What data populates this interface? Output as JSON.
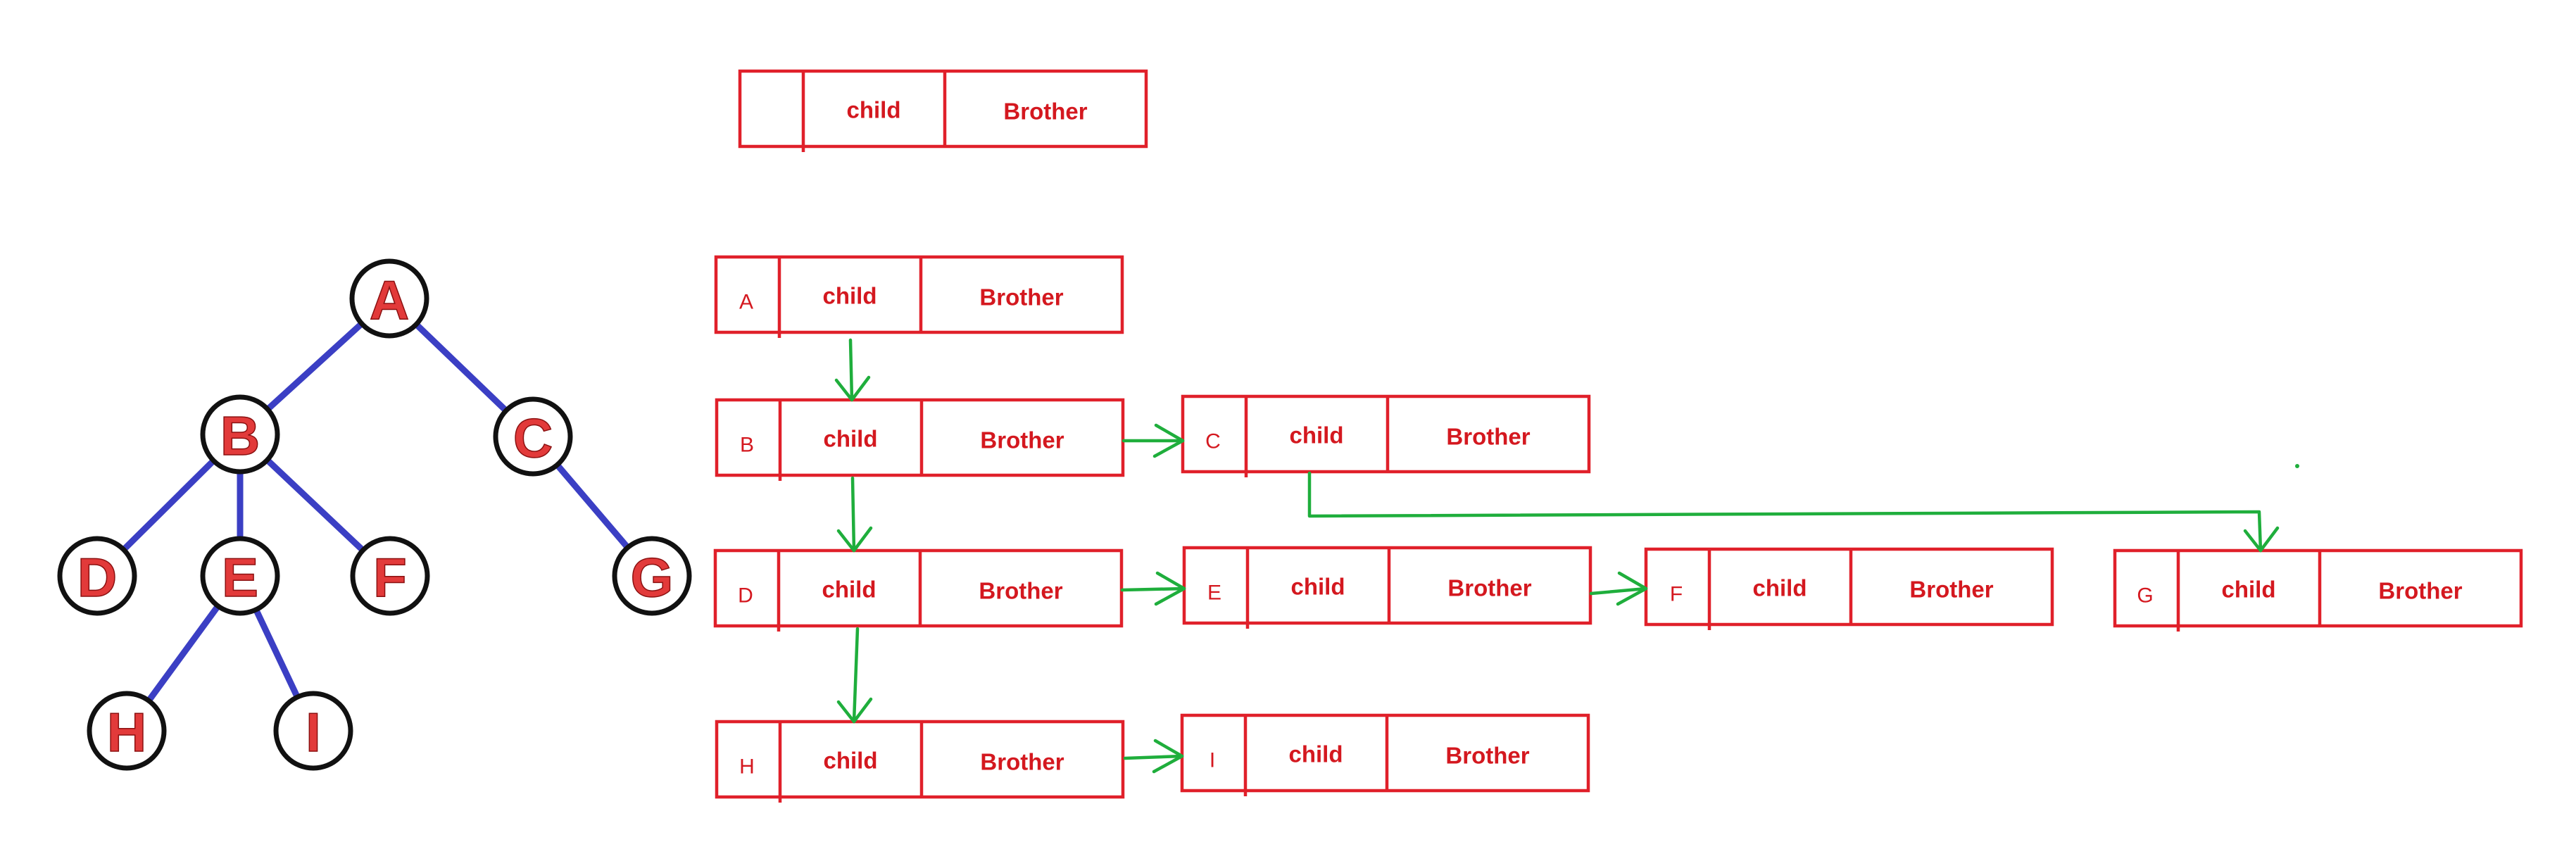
{
  "legend_record": {
    "name": "",
    "child_label": "child",
    "brother_label": "Brother"
  },
  "tree": {
    "nodes": [
      "A",
      "B",
      "C",
      "D",
      "E",
      "F",
      "G",
      "H",
      "I"
    ],
    "edges": [
      [
        "A",
        "B"
      ],
      [
        "A",
        "C"
      ],
      [
        "B",
        "D"
      ],
      [
        "B",
        "E"
      ],
      [
        "B",
        "F"
      ],
      [
        "C",
        "G"
      ],
      [
        "E",
        "H"
      ],
      [
        "E",
        "I"
      ]
    ]
  },
  "records": [
    {
      "name": "A",
      "child_label": "child",
      "brother_label": "Brother"
    },
    {
      "name": "B",
      "child_label": "child",
      "brother_label": "Brother"
    },
    {
      "name": "C",
      "child_label": "child",
      "brother_label": "Brother"
    },
    {
      "name": "D",
      "child_label": "child",
      "brother_label": "Brother"
    },
    {
      "name": "E",
      "child_label": "child",
      "brother_label": "Brother"
    },
    {
      "name": "F",
      "child_label": "child",
      "brother_label": "Brother"
    },
    {
      "name": "G",
      "child_label": "child",
      "brother_label": "Brother"
    },
    {
      "name": "H",
      "child_label": "child",
      "brother_label": "Brother"
    },
    {
      "name": "I",
      "child_label": "child",
      "brother_label": "Brother"
    }
  ],
  "links": [
    {
      "from": "A",
      "to": "B",
      "kind": "child"
    },
    {
      "from": "B",
      "to": "D",
      "kind": "child"
    },
    {
      "from": "D",
      "to": "H",
      "kind": "child"
    },
    {
      "from": "B",
      "to": "C",
      "kind": "brother"
    },
    {
      "from": "D",
      "to": "E",
      "kind": "brother"
    },
    {
      "from": "E",
      "to": "F",
      "kind": "brother"
    },
    {
      "from": "H",
      "to": "I",
      "kind": "brother"
    },
    {
      "from": "C",
      "to": "G",
      "kind": "child"
    }
  ],
  "colors": {
    "record_red": "#e0202a",
    "arrow_green": "#1fae3c",
    "edge_blue": "#3b3fc4",
    "node_letter_red": "#e23a3a"
  }
}
